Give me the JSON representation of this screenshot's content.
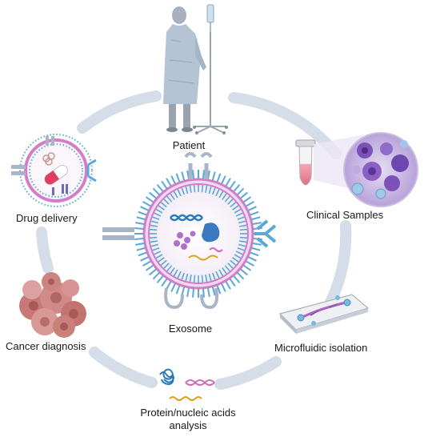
{
  "labels": {
    "patient": "Patient",
    "clinical_samples": "Clinical Samples",
    "microfluidic_isolation": "Microfluidic isolation",
    "protein_analysis_line1": "Protein/nucleic acids",
    "protein_analysis_line2": "analysis",
    "cancer_diagnosis": "Cancer diagnosis",
    "drug_delivery": "Drug delivery",
    "exosome": "Exosome"
  },
  "colors": {
    "cycle_ring": "#d4dde8",
    "membrane_blue": "#5aa8d8",
    "membrane_pink": "#d67bc8",
    "receptor_grey": "#a8b4c8",
    "tube_pink": "#e88fa0",
    "cell_purple": "#8a5cc8",
    "tumor_pink": "#d98a8a"
  }
}
